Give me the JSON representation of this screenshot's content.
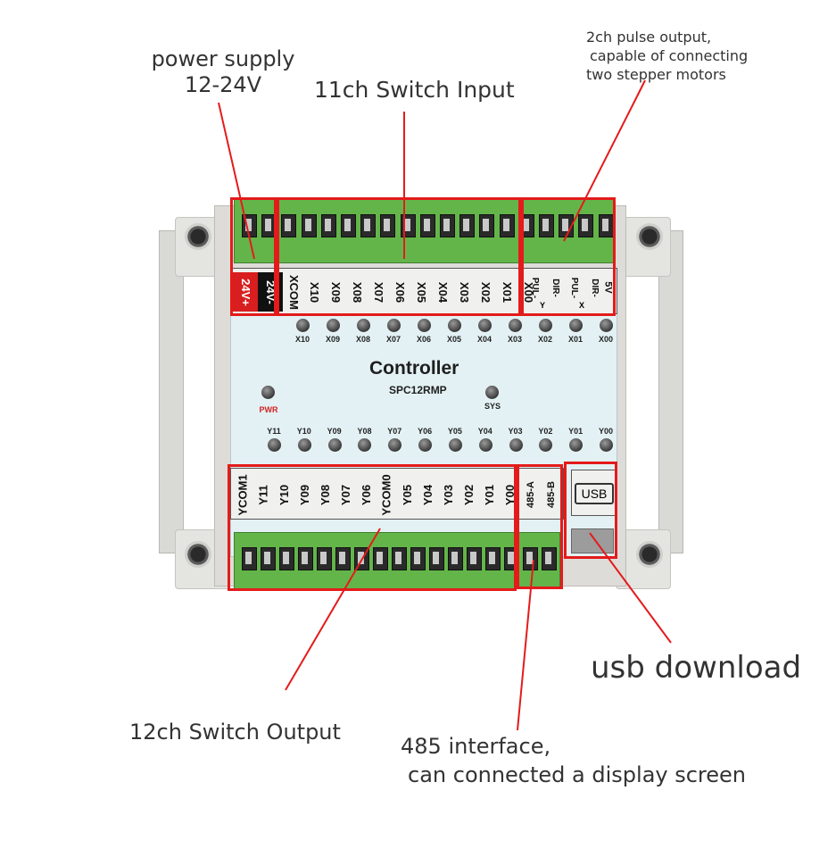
{
  "callouts": {
    "power_supply": [
      "power supply",
      "12-24V"
    ],
    "switch_input": "11ch Switch Input",
    "pulse_output": [
      "2ch pulse output,",
      "capable of connecting",
      "two stepper motors"
    ],
    "usb_download": "usb download",
    "switch_output": "12ch Switch Output",
    "rs485": [
      "485 interface,",
      "can connected a display screen"
    ]
  },
  "device": {
    "title": "Controller",
    "model": "SPC12RMP",
    "pwr_label": "PWR",
    "sys_label": "SYS",
    "usb_port_label": "USB",
    "top_terminals": [
      "24V+",
      "24V-",
      "XCOM",
      "X10",
      "X09",
      "X08",
      "X07",
      "X06",
      "X05",
      "X04",
      "X03",
      "X02",
      "X01",
      "X00",
      "PUL-",
      "DIR-",
      "PUL-",
      "DIR-",
      "5V"
    ],
    "axis_labels": [
      "Y",
      "X"
    ],
    "input_leds": [
      "X10",
      "X09",
      "X08",
      "X07",
      "X06",
      "X05",
      "X04",
      "X03",
      "X02",
      "X01",
      "X00"
    ],
    "output_leds": [
      "Y11",
      "Y10",
      "Y09",
      "Y08",
      "Y07",
      "Y06",
      "Y05",
      "Y04",
      "Y03",
      "Y02",
      "Y01",
      "Y00"
    ],
    "bottom_terminals": [
      "YCOM1",
      "Y11",
      "Y10",
      "Y09",
      "Y08",
      "Y07",
      "Y06",
      "YCOM0",
      "Y05",
      "Y04",
      "Y03",
      "Y02",
      "Y01",
      "Y00",
      "485-A",
      "485-B"
    ]
  },
  "colors": {
    "highlight": "#e41b1b",
    "terminal_green": "#63b54a",
    "panel": "#e3f1f4",
    "pwr_text": "#d22222"
  }
}
